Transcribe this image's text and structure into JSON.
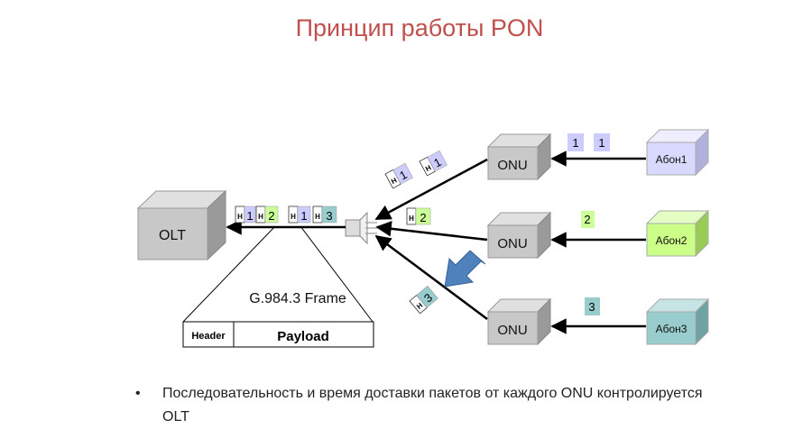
{
  "title": "Принцип работы PON",
  "olt_label": "OLT",
  "onu_label": "ONU",
  "subscribers": [
    "Абон1",
    "Абон2",
    "Абон3"
  ],
  "frame": {
    "title": "G.984.3 Frame",
    "header_label": "Header",
    "payload_label": "Payload"
  },
  "packets": {
    "header_mark": "H",
    "ids": [
      "1",
      "2",
      "3"
    ]
  },
  "bullet": {
    "symbol": "•",
    "text": "Последовательность и время доставки пакетов от каждого ONU контролируется OLT"
  },
  "colors": {
    "title": "#c0504d",
    "packet_1": "#ccccff",
    "packet_2": "#ccff99",
    "packet_3": "#99cccc",
    "sub_1": "#d9d9ff",
    "sub_2": "#ccff88",
    "sub_3": "#99cccc",
    "box_gray": "#c8c8c8",
    "arrow_blue": "#4f81bd"
  }
}
